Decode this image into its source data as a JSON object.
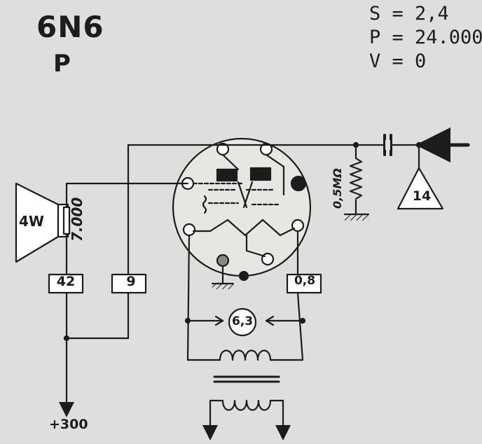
{
  "header": {
    "tube_type": "6N6",
    "tube_class": "P"
  },
  "parameters": [
    {
      "text": "S = 2,4"
    },
    {
      "text": "P = 24.000"
    },
    {
      "text": "V = 0"
    }
  ],
  "speaker": {
    "power": "4W",
    "impedance": "7.000"
  },
  "labels": {
    "anode_current": "42",
    "screen_current": "9",
    "bias": "0,8",
    "heater": "6,3",
    "grid_resistor": "0,5MΩ",
    "input_level": "14",
    "supply": "+300"
  },
  "colors": {
    "ink": "#1c1c1c",
    "paper": "#dededc",
    "tube_fill": "#e6e6e3",
    "box_fill": "#ffffff"
  }
}
